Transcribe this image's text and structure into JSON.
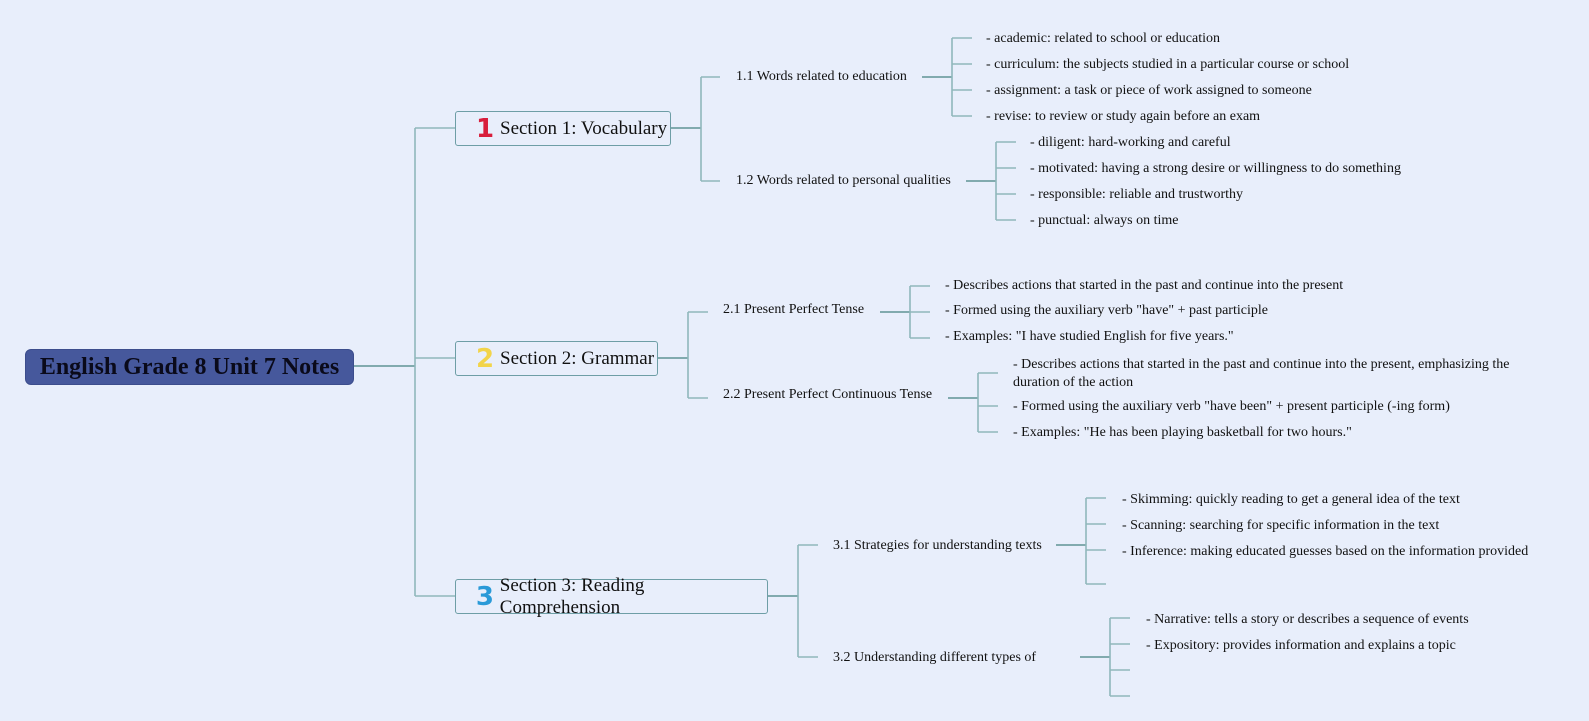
{
  "root": {
    "title": "English Grade 8 Unit 7 Notes"
  },
  "colors": {
    "background": "#e8eefb",
    "root_fill": "#46589c",
    "line": "#8fb7bb",
    "line_dark": "#5f9394",
    "section1_icon": "#d81e3c",
    "section2_icon": "#f2d44a",
    "section3_icon": "#2a9ad8"
  },
  "sections": [
    {
      "number": "1",
      "icon": "number-1-icon",
      "label": "Section 1: Vocabulary",
      "subtopics": [
        {
          "label": "1.1 Words related to education",
          "items": [
            "- academic: related to school or education",
            "- curriculum: the subjects studied in a particular course or school",
            "- assignment: a task or piece of work assigned to someone",
            "- revise: to review or study again before an exam"
          ]
        },
        {
          "label": "1.2 Words related to personal qualities",
          "items": [
            "- diligent: hard-working and careful",
            "- motivated: having a strong desire or willingness to do something",
            "- responsible: reliable and trustworthy",
            "- punctual: always on time"
          ]
        }
      ]
    },
    {
      "number": "2",
      "icon": "number-2-icon",
      "label": "Section 2: Grammar",
      "subtopics": [
        {
          "label": "2.1 Present Perfect Tense",
          "items": [
            "- Describes actions that started in the past and continue into the present",
            "- Formed using the auxiliary verb \"have\" + past participle",
            "- Examples: \"I have studied English for five years.\""
          ]
        },
        {
          "label": "2.2 Present Perfect Continuous Tense",
          "items": [
            "- Describes actions that started in the past and continue into the present, emphasizing the duration of the action",
            "- Formed using the auxiliary verb \"have been\" + present participle (-ing form)",
            "- Examples: \"He has been playing basketball for two hours.\""
          ]
        }
      ]
    },
    {
      "number": "3",
      "icon": "number-3-icon",
      "label": "Section 3: Reading Comprehension",
      "subtopics": [
        {
          "label": "3.1 Strategies for understanding texts",
          "items": [
            "- Skimming: quickly reading to get a general idea of the text",
            "- Scanning: searching for specific information in the text",
            "- Inference: making educated guesses based on the information provided",
            ""
          ]
        },
        {
          "label": "3.2 Understanding different types of",
          "items": [
            "- Narrative: tells a story or describes a sequence of events",
            "- Expository: provides information and explains a topic",
            "",
            ""
          ]
        }
      ]
    }
  ]
}
